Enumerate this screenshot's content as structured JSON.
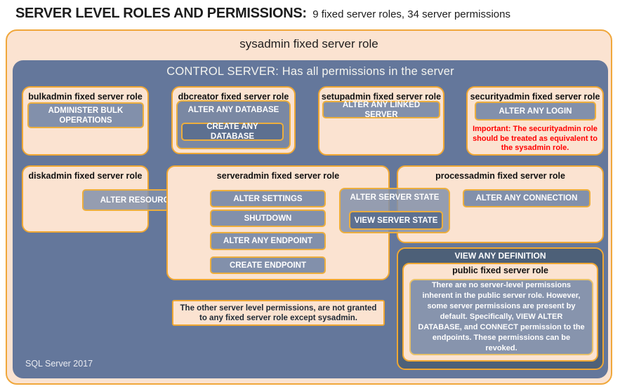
{
  "title": {
    "heading": "SERVER LEVEL ROLES AND PERMISSIONS:",
    "subheading": "9 fixed server roles, 34 server permissions"
  },
  "sysadmin_box": {
    "label": "sysadmin fixed server role"
  },
  "control_server_box": {
    "label": "CONTROL SERVER: Has all permissions in the server",
    "footer": "SQL Server 2017"
  },
  "roles": {
    "bulkadmin": {
      "title": "bulkadmin fixed server role",
      "permission": "ADMINISTER BULK OPERATIONS"
    },
    "dbcreator": {
      "title": "dbcreator fixed server role",
      "permission_outer": "ALTER ANY DATABASE",
      "permission_inner": "CREATE ANY DATABASE"
    },
    "setupadmin": {
      "title": "setupadmin fixed server role",
      "permission": "ALTER ANY LINKED SERVER"
    },
    "securityadmin": {
      "title": "securityadmin fixed server role",
      "permission": "ALTER ANY LOGIN",
      "warning": "Important: The securityadmin role should be treated as equivalent to the sysadmin role."
    },
    "diskadmin": {
      "title": "diskadmin fixed server role",
      "permission": "ALTER RESOURCES"
    },
    "serveradmin": {
      "title": "serveradmin fixed server role",
      "permissions": [
        "ALTER SETTINGS",
        "SHUTDOWN",
        "ALTER ANY ENDPOINT",
        "CREATE ENDPOINT"
      ]
    },
    "processadmin": {
      "title": "processadmin fixed server role",
      "permission": "ALTER ANY CONNECTION"
    },
    "public": {
      "group_label": "VIEW ANY DEFINITION",
      "title": "public fixed server role",
      "description": "There are no server-level permissions inherent in the public server role. However, some server permissions are present by default. Specifically, VIEW ALTER DATABASE, and CONNECT permission to the endpoints. These permissions can be revoked."
    }
  },
  "server_state_group": {
    "outer": "ALTER SERVER STATE",
    "inner": "VIEW SERVER STATE"
  },
  "note": {
    "text": "The other server level permissions, are not granted to any fixed server role except sysadmin."
  },
  "colors": {
    "peach": "#FBE3D1",
    "gold_border": "#EFA733",
    "slate_blue": "#64779B",
    "permission_gray_blue": "#8290AB",
    "permission_dark": "#5D7090",
    "definition_navy": "#4D6078",
    "warning_red": "#FF0000"
  }
}
